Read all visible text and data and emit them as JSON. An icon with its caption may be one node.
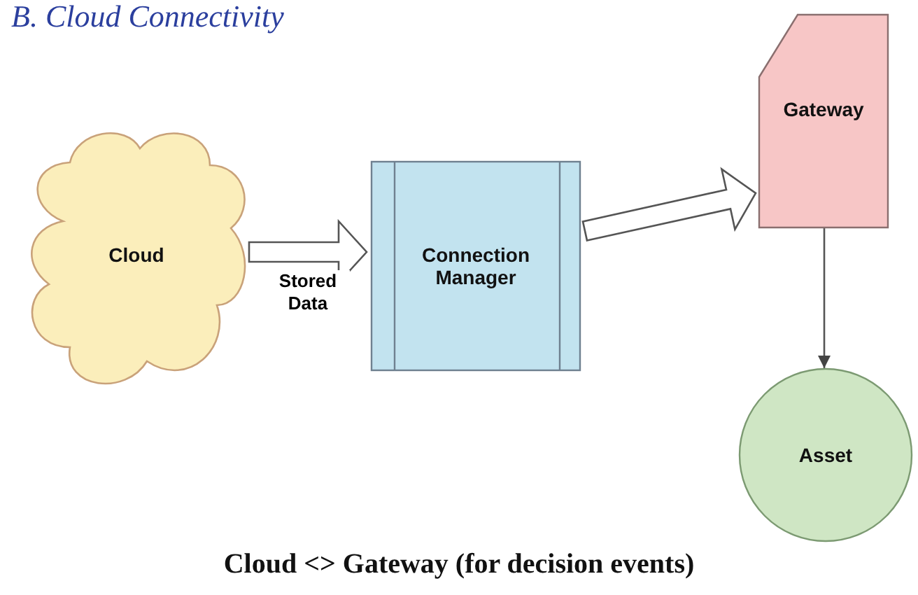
{
  "diagram": {
    "title": "B.  Cloud Connectivity",
    "caption": "Cloud <> Gateway (for decision events)",
    "nodes": [
      {
        "text": [
          "Cloud"
        ]
      },
      {
        "text": [
          "Connection Manager"
        ]
      },
      {
        "text": [
          "Gateway"
        ]
      },
      {
        "text": [
          "Asset"
        ]
      }
    ],
    "edges": [
      {
        "from": 0,
        "to": 1,
        "arrow": "to",
        "label": "Stored Data",
        "style": "thick"
      },
      {
        "from": 1,
        "to": 2,
        "arrow": "to",
        "style": "thick"
      },
      {
        "from": 2,
        "to": 3,
        "arrow": "to"
      }
    ]
  }
}
